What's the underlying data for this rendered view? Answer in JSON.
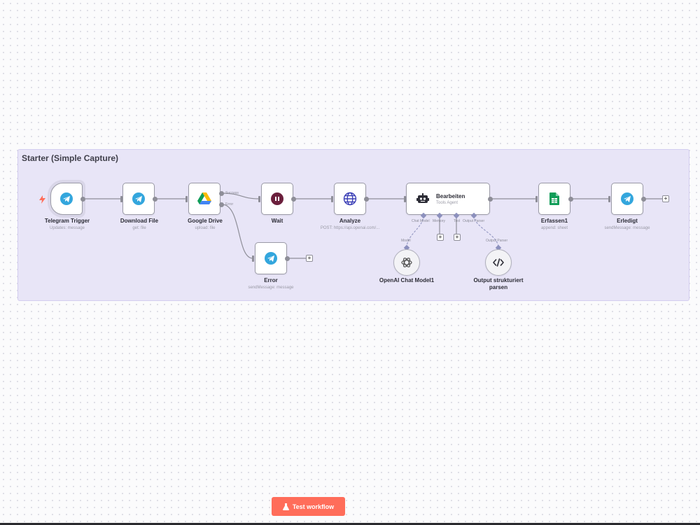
{
  "group": {
    "title": "Starter (Simple Capture)"
  },
  "nodes": {
    "telegram_trigger": {
      "label": "Telegram Trigger",
      "subtitle": "Updates: message",
      "icon": "telegram-icon"
    },
    "download_file": {
      "label": "Download File",
      "subtitle": "get: file",
      "icon": "telegram-icon"
    },
    "google_drive": {
      "label": "Google Drive",
      "subtitle": "upload: file",
      "icon": "google-drive-icon",
      "outputs": [
        "Success",
        "Error"
      ]
    },
    "wait": {
      "label": "Wait",
      "icon": "pause-icon"
    },
    "analyze": {
      "label": "Analyze",
      "subtitle": "POST: https://api.openai.com/...",
      "icon": "globe-icon"
    },
    "bearbeiten": {
      "label": "Bearbeiten",
      "subtitle": "Tools Agent",
      "icon": "robot-icon",
      "ports": [
        "Chat Model",
        "Memory",
        "Tool",
        "Output Parser"
      ]
    },
    "erfassen1": {
      "label": "Erfassen1",
      "subtitle": "append: sheet",
      "icon": "google-sheets-icon"
    },
    "erledigt": {
      "label": "Erledigt",
      "subtitle": "sendMessage: message",
      "icon": "telegram-icon"
    },
    "error": {
      "label": "Error",
      "subtitle": "sendMessage: message",
      "icon": "telegram-icon"
    },
    "openai_model": {
      "label": "OpenAI Chat Model1",
      "port": "Model",
      "icon": "openai-icon"
    },
    "output_parser": {
      "label_line1": "Output strukturiert",
      "label_line2": "parsen",
      "port": "Output Parser",
      "icon": "code-icon"
    }
  },
  "footer": {
    "test_button": "Test workflow",
    "test_icon": "flask-icon"
  },
  "colors": {
    "accent": "#ff6d5a",
    "group_bg": "#e8e5f7",
    "telegram": "#33a6dd",
    "wait": "#6b1f3c",
    "diamond": "#8c90bd"
  }
}
